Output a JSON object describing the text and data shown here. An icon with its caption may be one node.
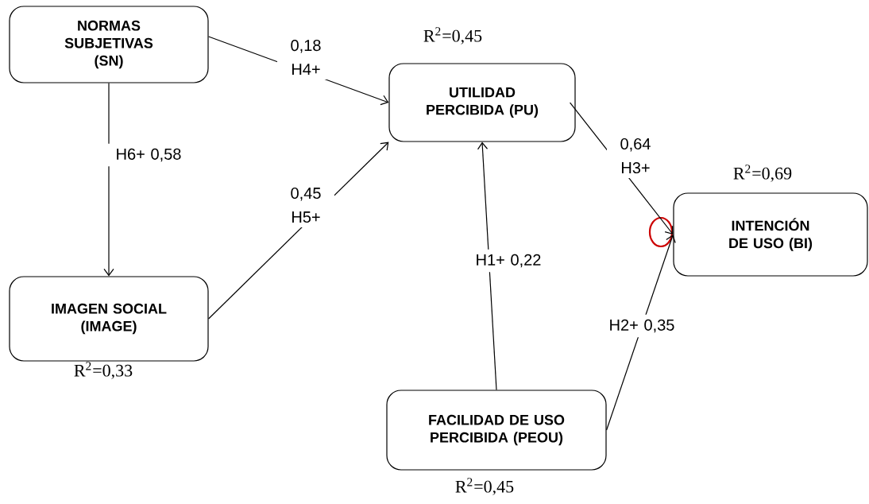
{
  "diagram": {
    "nodes": [
      {
        "text": [
          "NORMAS SUBJETIVAS (SN)"
        ]
      },
      {
        "text": [
          "IMAGEN SOCIAL (IMAGE)"
        ],
        "beside": [
          "R$^{2}$=0,33"
        ]
      },
      {
        "text": [
          "UTILIDAD PERCIBIDA (PU)"
        ],
        "beside": [
          "R$^{2}$=0,45"
        ]
      },
      {
        "text": [
          "INTENCIÓN DE USO (BI)"
        ],
        "beside": [
          "R$^{2}$=0,69"
        ]
      },
      {
        "text": [
          "FACILIDAD DE USO PERCIBIDA (PEOU)"
        ],
        "beside": [
          "R$^{2}$=0,45"
        ]
      }
    ],
    "edges": [
      {
        "from": 0,
        "to": 2,
        "arrow": "to",
        "label": "0,18 H4+"
      },
      {
        "from": 1,
        "to": 2,
        "arrow": "to",
        "label": "0,45 H5+"
      },
      {
        "from": 0,
        "to": 1,
        "arrow": "to",
        "label": "H6+ 0,58"
      },
      {
        "from": 4,
        "to": 2,
        "arrow": "to",
        "label": "H1+ 0,22"
      },
      {
        "from": 2,
        "to": 3,
        "arrow": "to",
        "label": "0,64 H3+"
      },
      {
        "from": 4,
        "to": 3,
        "arrow": "to",
        "label": "H2+ 0,35"
      }
    ]
  }
}
